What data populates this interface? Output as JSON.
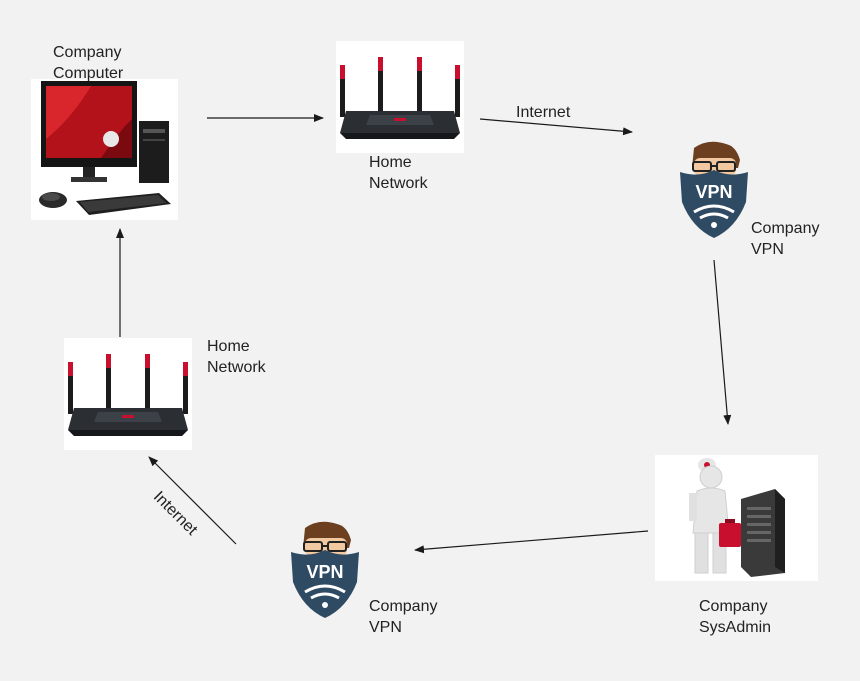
{
  "nodes": {
    "company_computer": {
      "label": "Company\nComputer",
      "icon": "desktop-computer-icon"
    },
    "home_network_top": {
      "label": "Home\nNetwork",
      "icon": "router-icon"
    },
    "company_vpn_right": {
      "label": "Company\nVPN",
      "icon": "vpn-shield-icon",
      "badge": "VPN"
    },
    "company_sysadmin": {
      "label": "Company\nSysAdmin",
      "icon": "sysadmin-server-icon"
    },
    "company_vpn_bottom": {
      "label": "Company\nVPN",
      "icon": "vpn-shield-icon",
      "badge": "VPN"
    },
    "home_network_left": {
      "label": "Home\nNetwork",
      "icon": "router-icon"
    }
  },
  "edges": {
    "top_internet": {
      "label": "Internet"
    },
    "left_internet": {
      "label": "Internet"
    }
  },
  "colors": {
    "background": "#f2f2f2",
    "arrow": "#1a1a1a",
    "router_body": "#2b2e33",
    "router_accent": "#c8102e",
    "vpn_shield": "#2f4a63",
    "monitor_red": "#b3121a"
  }
}
